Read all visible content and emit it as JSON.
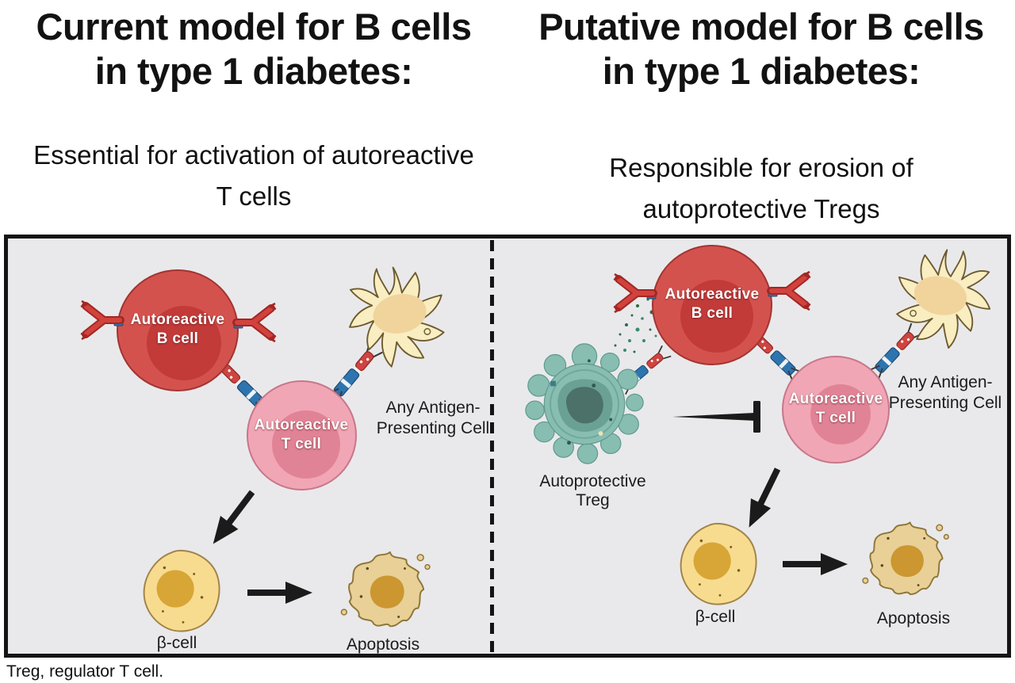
{
  "columns": {
    "left": {
      "title": "Current model for B cells in type 1 diabetes:",
      "subtitle": "Essential for activation of autoreactive T cells"
    },
    "right": {
      "title": "Putative model for B cells in type 1 diabetes:",
      "subtitle": "Responsible for erosion of autoprotective Tregs"
    }
  },
  "diagram": {
    "left_panel": {
      "b_cell": {
        "line1": "Autoreactive",
        "line2": "B cell"
      },
      "t_cell": {
        "line1": "Autoreactive",
        "line2": "T cell"
      },
      "apc": {
        "line1": "Any Antigen-",
        "line2": "Presenting Cell"
      },
      "beta_cell": "β-cell",
      "apoptosis": "Apoptosis"
    },
    "right_panel": {
      "b_cell": {
        "line1": "Autoreactive",
        "line2": "B cell"
      },
      "t_cell": {
        "line1": "Autoreactive",
        "line2": "T cell"
      },
      "treg": {
        "line1": "Autoprotective",
        "line2": "Treg"
      },
      "apc": {
        "line1": "Any Antigen-",
        "line2": "Presenting Cell"
      },
      "beta_cell": "β-cell",
      "apoptosis": "Apoptosis"
    }
  },
  "footnote": "Treg, regulator T cell.",
  "colors": {
    "panel_bg": "#e9e9eb",
    "b_cell": "#d4524e",
    "b_cell_nucleus": "#c23b38",
    "t_cell": "#f1a6b5",
    "t_cell_nucleus": "#e18396",
    "treg": "#88bdb1",
    "treg_nucleus": "#4c7168",
    "apc": "#f9edc2",
    "apc_nucleus": "#f0d49c",
    "beta_cell": "#f7dc90",
    "beta_cell_nucleus": "#d8a636",
    "apoptosis": "#e8d097",
    "apoptosis_nucleus": "#cc9630",
    "antibody_red": "#d2423d",
    "receptor_blue": "#2e75b0",
    "receptor_red": "#cf4440",
    "arrow_black": "#1b1b1b",
    "particle_green": "#2d6b3f"
  }
}
